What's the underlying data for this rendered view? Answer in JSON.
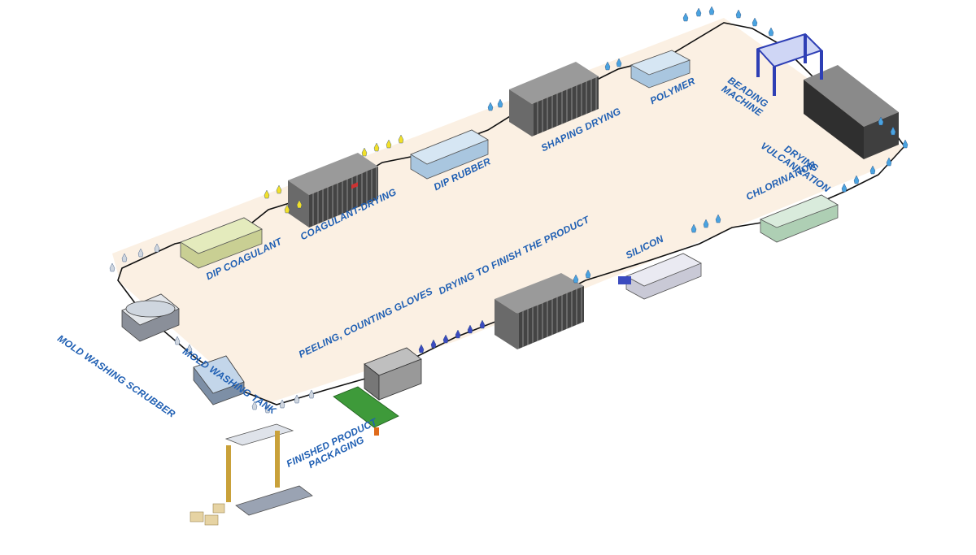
{
  "diagram": {
    "stations": [
      {
        "id": "mold-washing-scrubber",
        "label": "MOLD WASHING SCRUBBER"
      },
      {
        "id": "mold-washing-tank",
        "label": "MOLD WASHING TANK"
      },
      {
        "id": "dip-coagulant",
        "label": "DIP COAGULANT"
      },
      {
        "id": "coagulant-drying",
        "label": "COAGULANT-DRYING"
      },
      {
        "id": "dip-rubber",
        "label": "DIP RUBBER"
      },
      {
        "id": "shaping-drying",
        "label": "SHAPING DRYING"
      },
      {
        "id": "polymer",
        "label": "POLYMER"
      },
      {
        "id": "beading-machine",
        "label_line1": "BEADING",
        "label_line2": "MACHINE"
      },
      {
        "id": "drying-vulcanization",
        "label_line1": "DRYING",
        "label_line2": "VULCANIZATION"
      },
      {
        "id": "chlorination",
        "label": "CHLORINATION"
      },
      {
        "id": "silicon",
        "label": "SILICON"
      },
      {
        "id": "drying-to-finish",
        "label": "DRYING TO FINISH THE PRODUCT"
      },
      {
        "id": "peeling-counting",
        "label": "PEELING, COUNTING GLOVES"
      },
      {
        "id": "finished-packaging",
        "label_line1": "FINISHED PRODUCT",
        "label_line2": "PACKAGING"
      }
    ],
    "colors": {
      "label": "#1f5fb3",
      "floor": "#fbf0e3",
      "conveyor": "#111111",
      "mold_blue": "#4aa3e0",
      "mold_yellow": "#f2e02a",
      "oven_dark": "#3a3a3a",
      "oven_light": "#5c5c5c",
      "oven_top": "#9a9a9a",
      "tank_coagulant": "#dfe6b4",
      "tank_rubber": "#c9ddef",
      "tank_chlorination": "#cfe3d2",
      "frame_blue": "#2e3fb5",
      "conveyor_green": "#3e9a3a"
    }
  }
}
